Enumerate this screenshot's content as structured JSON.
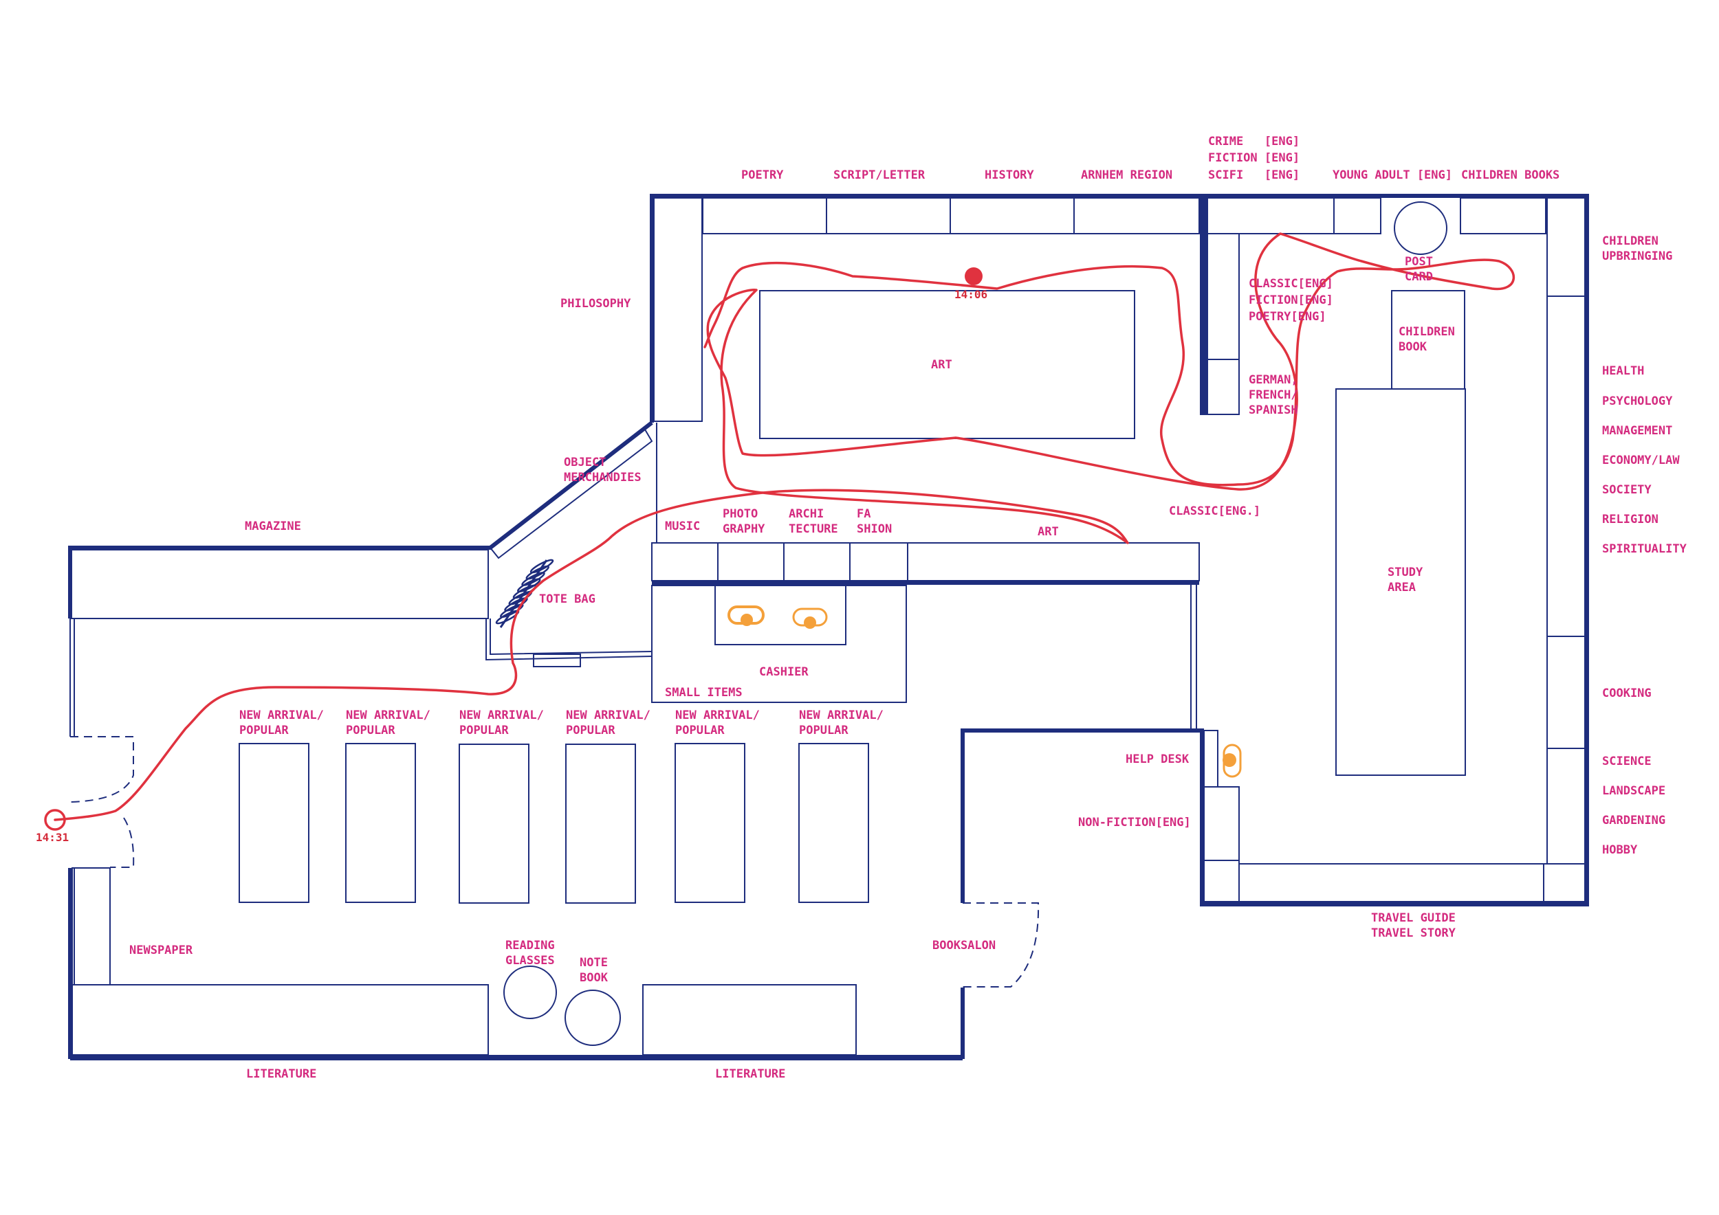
{
  "colors": {
    "wall": "#1e2d7d",
    "label": "#d42b7f",
    "route": "#e0323f",
    "staff_marker": "#f4a03a"
  },
  "labels": {
    "poetry": "POETRY",
    "script_letter": "SCRIPT/LETTER",
    "history": "HISTORY",
    "arnhem_region": "ARNHEM REGION",
    "crime_eng": [
      "CRIME   [ENG]",
      "FICTION [ENG]",
      "SCIFI   [ENG]"
    ],
    "young_adult": "YOUNG ADULT [ENG]",
    "children_books": "CHILDREN BOOKS",
    "children_upbringing": [
      "CHILDREN",
      "UPBRINGING"
    ],
    "philosophy": "PHILOSOPHY",
    "art_center": "ART",
    "classic_fiction_poetry_eng": [
      "CLASSIC[ENG]",
      "FICTION[ENG]",
      "POETRY[ENG]"
    ],
    "german_french_spanish": [
      "GERMAN,",
      "FRENCH/",
      "SPANISH"
    ],
    "post_card": [
      "POST",
      "CARD"
    ],
    "children_book": [
      "CHILDREN",
      "BOOK"
    ],
    "right_wall_top": [
      "HEALTH",
      "PSYCHOLOGY",
      "MANAGEMENT",
      "ECONOMY/LAW",
      "SOCIETY",
      "RELIGION",
      "SPIRITUALITY"
    ],
    "cooking": "COOKING",
    "right_wall_bottom": [
      "SCIENCE",
      "LANDSCAPE",
      "GARDENING",
      "HOBBY"
    ],
    "object_merchandies": [
      "OBJECT",
      "MERCHANDIES"
    ],
    "classic_eng": "CLASSIC[ENG.]",
    "magazine": "MAGAZINE",
    "music": "MUSIC",
    "photography": [
      "PHOTO",
      "GRAPHY"
    ],
    "architecture": [
      "ARCHI",
      "TECTURE"
    ],
    "fashion": [
      "FA",
      "SHION"
    ],
    "art_shelf": "ART",
    "tote_bag": "TOTE BAG",
    "study_area": [
      "STUDY",
      "AREA"
    ],
    "cashier": "CASHIER",
    "small_items": "SMALL ITEMS",
    "new_arrival": [
      "NEW ARRIVAL/",
      "POPULAR"
    ],
    "help_desk": "HELP DESK",
    "non_fiction_eng": "NON-FICTION[ENG]",
    "newspaper": "NEWSPAPER",
    "reading_glasses": [
      "READING",
      "GLASSES"
    ],
    "note_book": [
      "NOTE",
      "BOOK"
    ],
    "booksalon": "BOOKSALON",
    "travel": [
      "TRAVEL GUIDE",
      "TRAVEL STORY"
    ],
    "literature_left": "LITERATURE",
    "literature_right": "LITERATURE"
  },
  "route": {
    "start_time": "14:31",
    "end_time": "14:06"
  }
}
